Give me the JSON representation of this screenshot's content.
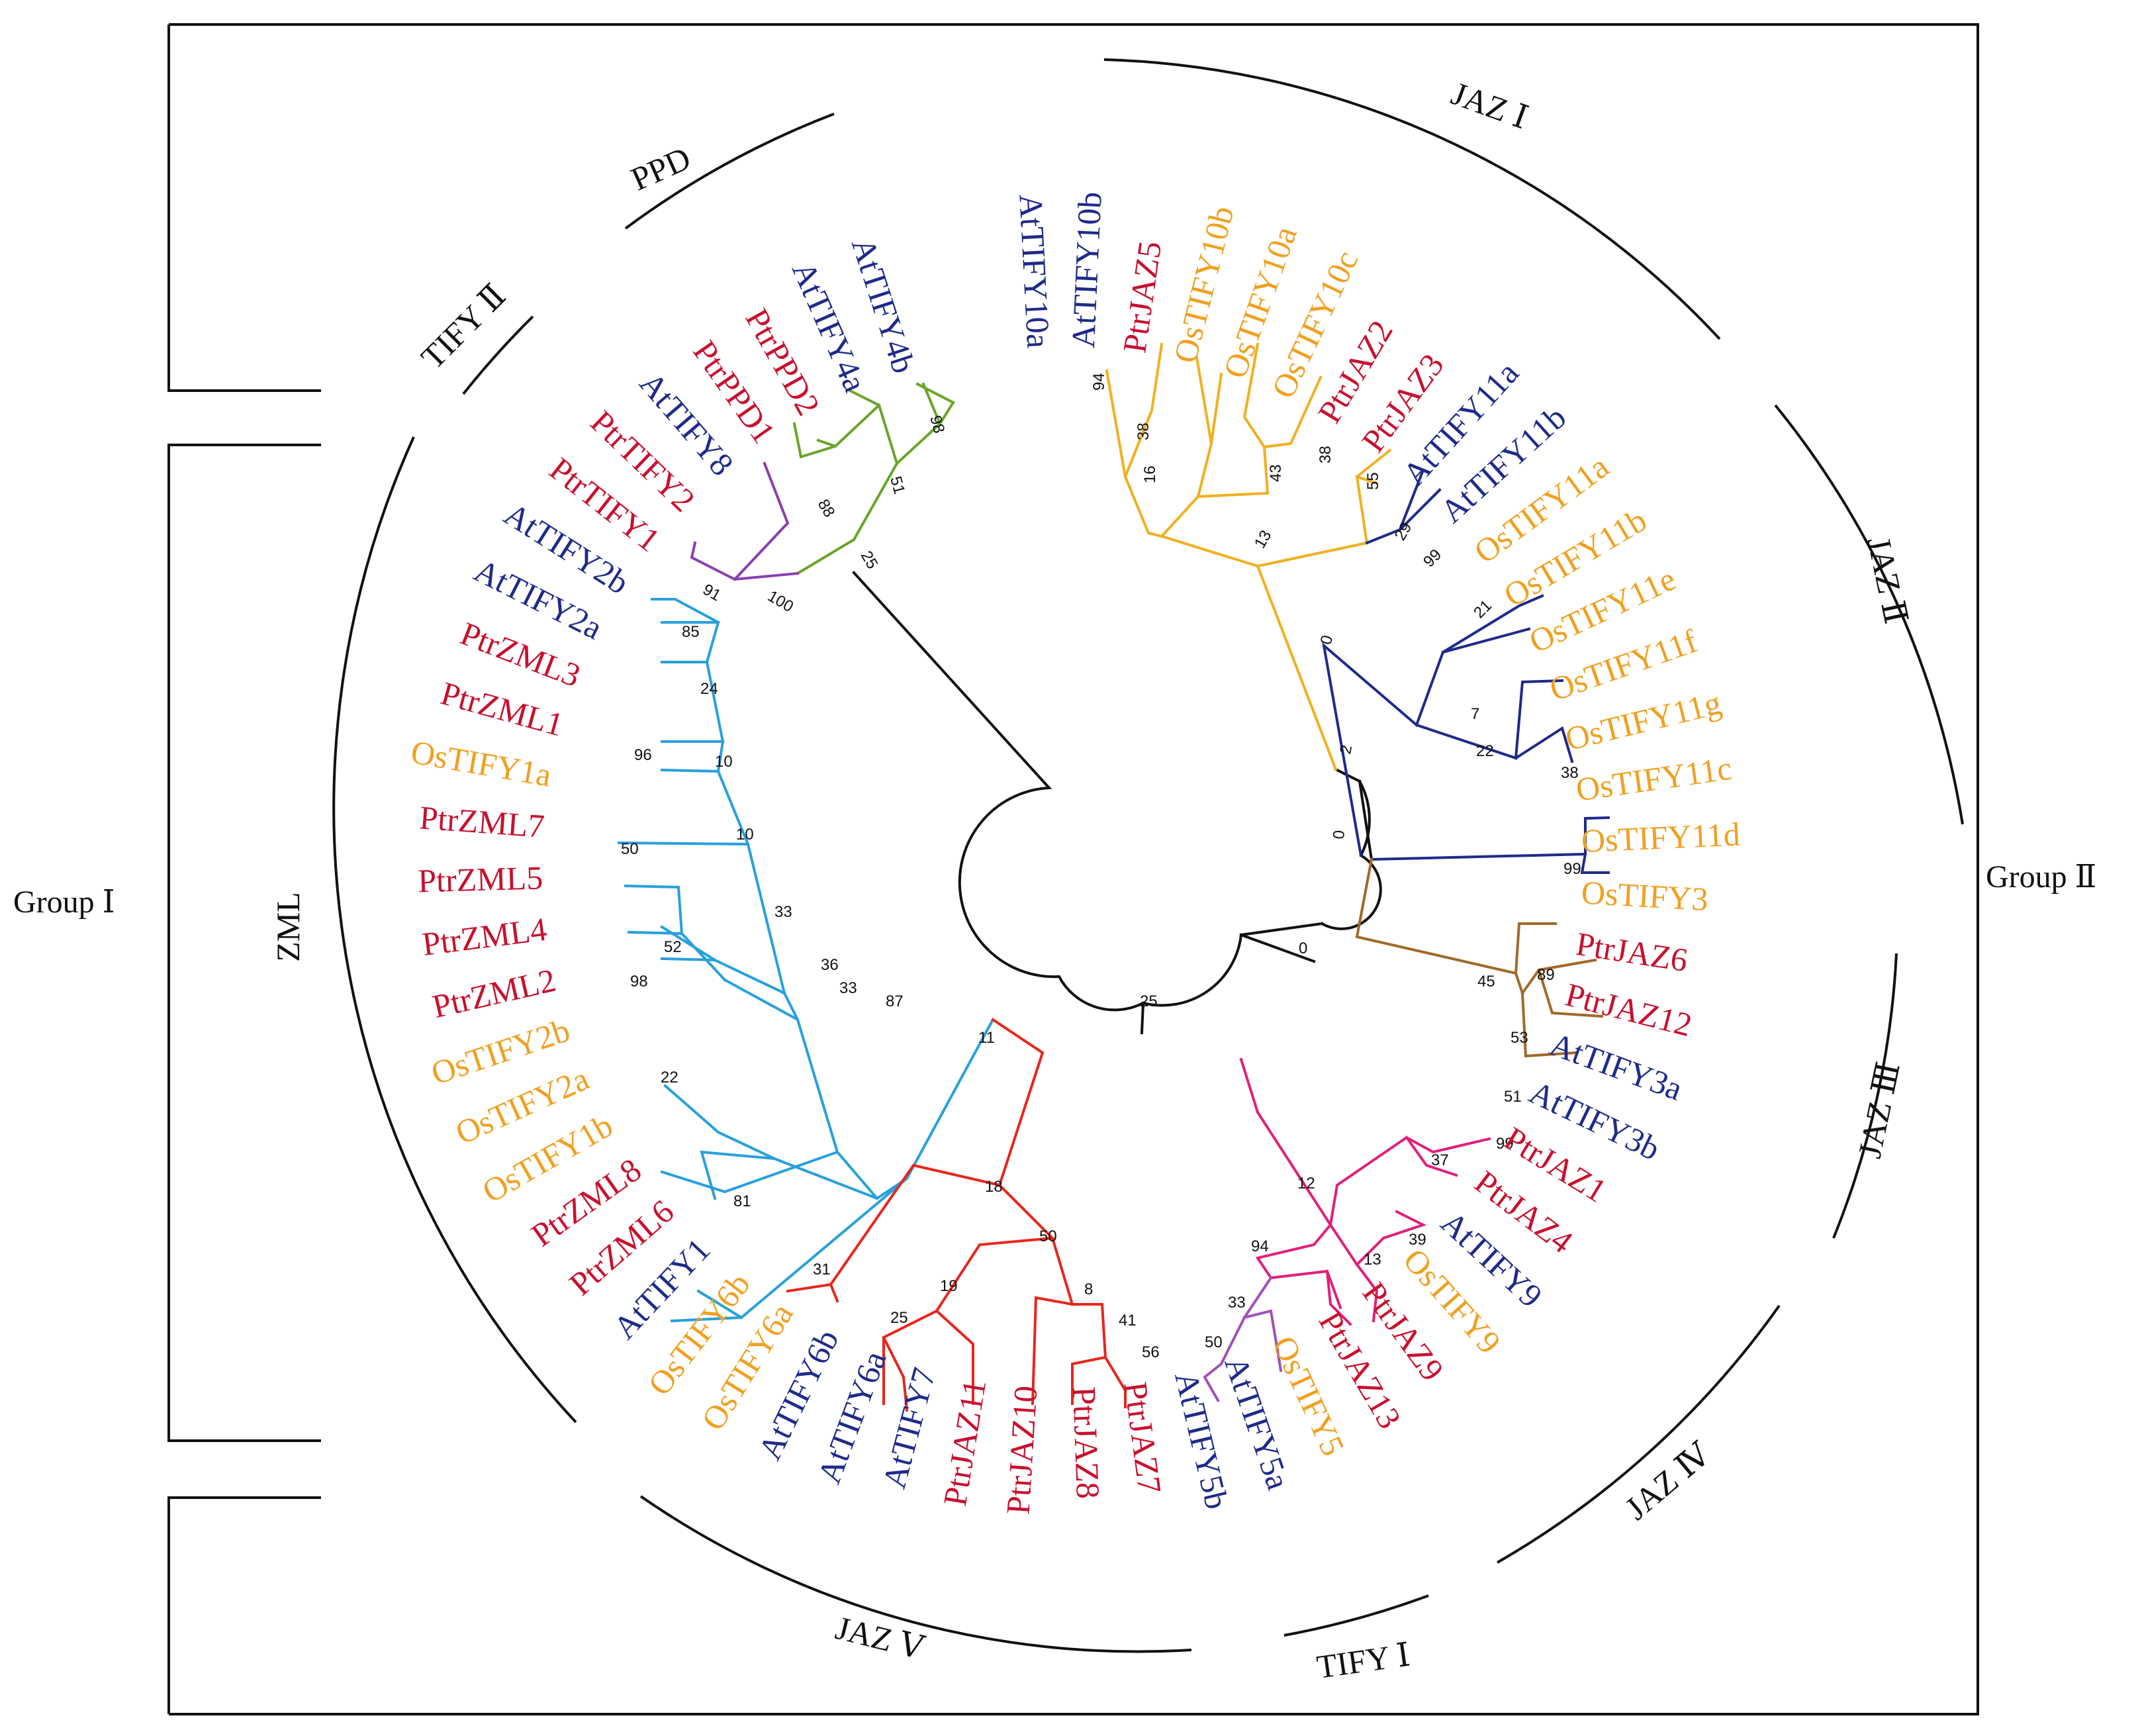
{
  "colors": {
    "At": "#1f2a8a",
    "Ptr": "#c8102e",
    "Os": "#f0a020",
    "frame": "#111111"
  },
  "groups": {
    "group1": "Group Ⅰ",
    "group2": "Group Ⅱ"
  },
  "subfamilies": [
    {
      "id": "ppd",
      "label": "PPD"
    },
    {
      "id": "tify2",
      "label": "TIFY Ⅱ"
    },
    {
      "id": "zml",
      "label": "ZML"
    },
    {
      "id": "jaz1",
      "label": "JAZ Ⅰ"
    },
    {
      "id": "jaz2",
      "label": "JAZ Ⅱ"
    },
    {
      "id": "jaz3",
      "label": "JAZ Ⅲ"
    },
    {
      "id": "jaz4",
      "label": "JAZ Ⅳ"
    },
    {
      "id": "tify1",
      "label": "TIFY Ⅰ"
    },
    {
      "id": "jaz5",
      "label": "JAZ Ⅴ"
    }
  ],
  "tree": {
    "type": "circular-phylogeny",
    "leaves": [
      {
        "name": "AtTIFY10a",
        "species": "At",
        "clade": "jaz1"
      },
      {
        "name": "AtTIFY10b",
        "species": "At",
        "clade": "jaz1"
      },
      {
        "name": "PtrJAZ5",
        "species": "Ptr",
        "clade": "jaz1"
      },
      {
        "name": "OsTIFY10b",
        "species": "Os",
        "clade": "jaz1"
      },
      {
        "name": "OsTIFY10a",
        "species": "Os",
        "clade": "jaz1"
      },
      {
        "name": "OsTIFY10c",
        "species": "Os",
        "clade": "jaz1"
      },
      {
        "name": "PtrJAZ2",
        "species": "Ptr",
        "clade": "jaz1"
      },
      {
        "name": "PtrJAZ3",
        "species": "Ptr",
        "clade": "jaz1"
      },
      {
        "name": "AtTIFY11a",
        "species": "At",
        "clade": "jaz1"
      },
      {
        "name": "AtTIFY11b",
        "species": "At",
        "clade": "jaz1"
      },
      {
        "name": "OsTIFY11a",
        "species": "Os",
        "clade": "jaz2"
      },
      {
        "name": "OsTIFY11b",
        "species": "Os",
        "clade": "jaz2"
      },
      {
        "name": "OsTIFY11e",
        "species": "Os",
        "clade": "jaz2"
      },
      {
        "name": "OsTIFY11f",
        "species": "Os",
        "clade": "jaz2"
      },
      {
        "name": "OsTIFY11g",
        "species": "Os",
        "clade": "jaz2"
      },
      {
        "name": "OsTIFY11c",
        "species": "Os",
        "clade": "jaz2"
      },
      {
        "name": "OsTIFY11d",
        "species": "Os",
        "clade": "jaz2"
      },
      {
        "name": "OsTIFY3",
        "species": "Os",
        "clade": "jaz3"
      },
      {
        "name": "PtrJAZ6",
        "species": "Ptr",
        "clade": "jaz3"
      },
      {
        "name": "PtrJAZ12",
        "species": "Ptr",
        "clade": "jaz3"
      },
      {
        "name": "AtTIFY3a",
        "species": "At",
        "clade": "jaz3"
      },
      {
        "name": "AtTIFY3b",
        "species": "At",
        "clade": "jaz3"
      },
      {
        "name": "PtrJAZ1",
        "species": "Ptr",
        "clade": "jaz4"
      },
      {
        "name": "PtrJAZ4",
        "species": "Ptr",
        "clade": "jaz4"
      },
      {
        "name": "AtTIFY9",
        "species": "At",
        "clade": "jaz4"
      },
      {
        "name": "OsTIFY9",
        "species": "Os",
        "clade": "jaz4"
      },
      {
        "name": "PtrJAZ9",
        "species": "Ptr",
        "clade": "jaz4"
      },
      {
        "name": "PtrJAZ13",
        "species": "Ptr",
        "clade": "jaz4"
      },
      {
        "name": "OsTIFY5",
        "species": "Os",
        "clade": "tify1"
      },
      {
        "name": "AtTIFY5a",
        "species": "At",
        "clade": "tify1"
      },
      {
        "name": "AtTIFY5b",
        "species": "At",
        "clade": "tify1"
      },
      {
        "name": "PtrJAZ7",
        "species": "Ptr",
        "clade": "jaz5"
      },
      {
        "name": "PtrJAZ8",
        "species": "Ptr",
        "clade": "jaz5"
      },
      {
        "name": "PtrJAZ10",
        "species": "Ptr",
        "clade": "jaz5"
      },
      {
        "name": "PtrJAZ11",
        "species": "Ptr",
        "clade": "jaz5"
      },
      {
        "name": "AtTIFY7",
        "species": "At",
        "clade": "jaz5"
      },
      {
        "name": "AtTIFY6a",
        "species": "At",
        "clade": "jaz5"
      },
      {
        "name": "AtTIFY6b",
        "species": "At",
        "clade": "jaz5"
      },
      {
        "name": "OsTIFY6a",
        "species": "Os",
        "clade": "jaz5"
      },
      {
        "name": "OsTIFY6b",
        "species": "Os",
        "clade": "jaz5"
      },
      {
        "name": "AtTIFY1",
        "species": "At",
        "clade": "zml"
      },
      {
        "name": "PtrZML6",
        "species": "Ptr",
        "clade": "zml"
      },
      {
        "name": "PtrZML8",
        "species": "Ptr",
        "clade": "zml"
      },
      {
        "name": "OsTIFY1b",
        "species": "Os",
        "clade": "zml"
      },
      {
        "name": "OsTIFY2a",
        "species": "Os",
        "clade": "zml"
      },
      {
        "name": "OsTIFY2b",
        "species": "Os",
        "clade": "zml"
      },
      {
        "name": "PtrZML2",
        "species": "Ptr",
        "clade": "zml"
      },
      {
        "name": "PtrZML4",
        "species": "Ptr",
        "clade": "zml"
      },
      {
        "name": "PtrZML5",
        "species": "Ptr",
        "clade": "zml"
      },
      {
        "name": "PtrZML7",
        "species": "Ptr",
        "clade": "zml"
      },
      {
        "name": "OsTIFY1a",
        "species": "Os",
        "clade": "zml"
      },
      {
        "name": "PtrZML1",
        "species": "Ptr",
        "clade": "zml"
      },
      {
        "name": "PtrZML3",
        "species": "Ptr",
        "clade": "zml"
      },
      {
        "name": "AtTIFY2a",
        "species": "At",
        "clade": "zml"
      },
      {
        "name": "AtTIFY2b",
        "species": "At",
        "clade": "zml"
      },
      {
        "name": "PtrTIFY1",
        "species": "Ptr",
        "clade": "tify2"
      },
      {
        "name": "PtrTIFY2",
        "species": "Ptr",
        "clade": "tify2"
      },
      {
        "name": "AtTIFY8",
        "species": "At",
        "clade": "tify2"
      },
      {
        "name": "PtrPPD1",
        "species": "Ptr",
        "clade": "ppd"
      },
      {
        "name": "PtrPPD2",
        "species": "Ptr",
        "clade": "ppd"
      },
      {
        "name": "AtTIFY4a",
        "species": "At",
        "clade": "ppd"
      },
      {
        "name": "AtTIFY4b",
        "species": "At",
        "clade": "ppd"
      }
    ],
    "bootstrap": [
      "94",
      "38",
      "16",
      "43",
      "38",
      "55",
      "29",
      "99",
      "13",
      "21",
      "7",
      "22",
      "38",
      "99",
      "0",
      "2",
      "0",
      "89",
      "53",
      "45",
      "51",
      "99",
      "37",
      "39",
      "13",
      "94",
      "12",
      "33",
      "50",
      "0",
      "25",
      "56",
      "41",
      "8",
      "50",
      "19",
      "25",
      "31",
      "18",
      "11",
      "87",
      "33",
      "36",
      "33",
      "10",
      "10",
      "24",
      "85",
      "96",
      "50",
      "52",
      "98",
      "22",
      "81",
      "91",
      "100",
      "88",
      "98",
      "51",
      "25"
    ]
  }
}
